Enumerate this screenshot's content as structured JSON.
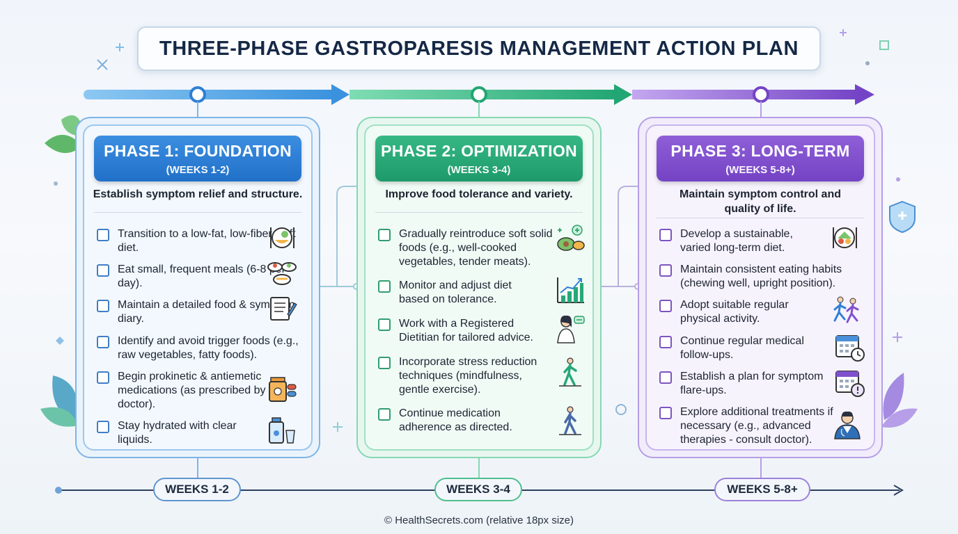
{
  "title": "THREE-PHASE GASTROPARESIS MANAGEMENT ACTION PLAN",
  "colors": {
    "phase1": "#2f7fd4",
    "phase2": "#28a877",
    "phase3": "#8051cc",
    "timeline": "#2b3f5e"
  },
  "phases": [
    {
      "title": "PHASE 1: FOUNDATION",
      "weeks": "(WEEKS 1-2)",
      "goal": "Establish symptom relief and structure.",
      "tasks": [
        {
          "text": "Transition to a low-fat, low-fiber, soft diet.",
          "icon": "plate-meal-icon"
        },
        {
          "text": "Eat small, frequent meals (6-8 per day).",
          "icon": "small-bowls-icon"
        },
        {
          "text": "Maintain a detailed food & symptom diary.",
          "icon": "notepad-icon"
        },
        {
          "text": "Identify and avoid trigger foods (e.g., raw vegetables, fatty foods).",
          "icon": ""
        },
        {
          "text": "Begin prokinetic & antiemetic medications (as prescribed by doctor).",
          "icon": "pill-bottle-icon"
        },
        {
          "text": "Stay hydrated with clear liquids.",
          "icon": "water-bottle-icon"
        }
      ]
    },
    {
      "title": "PHASE 2: OPTIMIZATION",
      "weeks": "(WEEKS 3-4)",
      "goal": "Improve food tolerance and variety.",
      "tasks": [
        {
          "text": "Gradually reintroduce soft solid foods (e.g., well-cooked vegetables, tender meats).",
          "icon": "avocado-food-icon"
        },
        {
          "text": "Monitor and adjust diet based on tolerance.",
          "icon": "growth-chart-icon"
        },
        {
          "text": "Work with a Registered Dietitian for tailored advice.",
          "icon": "dietitian-icon"
        },
        {
          "text": "Incorporate stress reduction techniques (mindfulness, gentle exercise).",
          "icon": "walking-person-icon"
        },
        {
          "text": "Continue medication adherence as directed.",
          "icon": "walking-person-icon"
        }
      ]
    },
    {
      "title": "PHASE 3: LONG-TERM",
      "weeks": "(WEEKS 5-8+)",
      "goal": "Maintain symptom control and quality of life.",
      "tasks": [
        {
          "text": "Develop a sustainable, varied long-term diet.",
          "icon": "plate-meal-icon"
        },
        {
          "text": "Maintain consistent eating habits (chewing well, upright position).",
          "icon": ""
        },
        {
          "text": "Adopt suitable regular physical activity.",
          "icon": "running-people-icon"
        },
        {
          "text": "Continue regular medical follow-ups.",
          "icon": "calendar-clock-icon"
        },
        {
          "text": "Establish a plan for symptom flare-ups.",
          "icon": "calendar-alert-icon"
        },
        {
          "text": "Explore additional treatments if necessary (e.g., advanced therapies - consult doctor).",
          "icon": "doctor-icon"
        }
      ]
    }
  ],
  "timeline": [
    "WEEKS 1-2",
    "WEEKS 3-4",
    "WEEKS 5-8+"
  ],
  "footer": "© HealthSecrets.com (relative 18px size)"
}
